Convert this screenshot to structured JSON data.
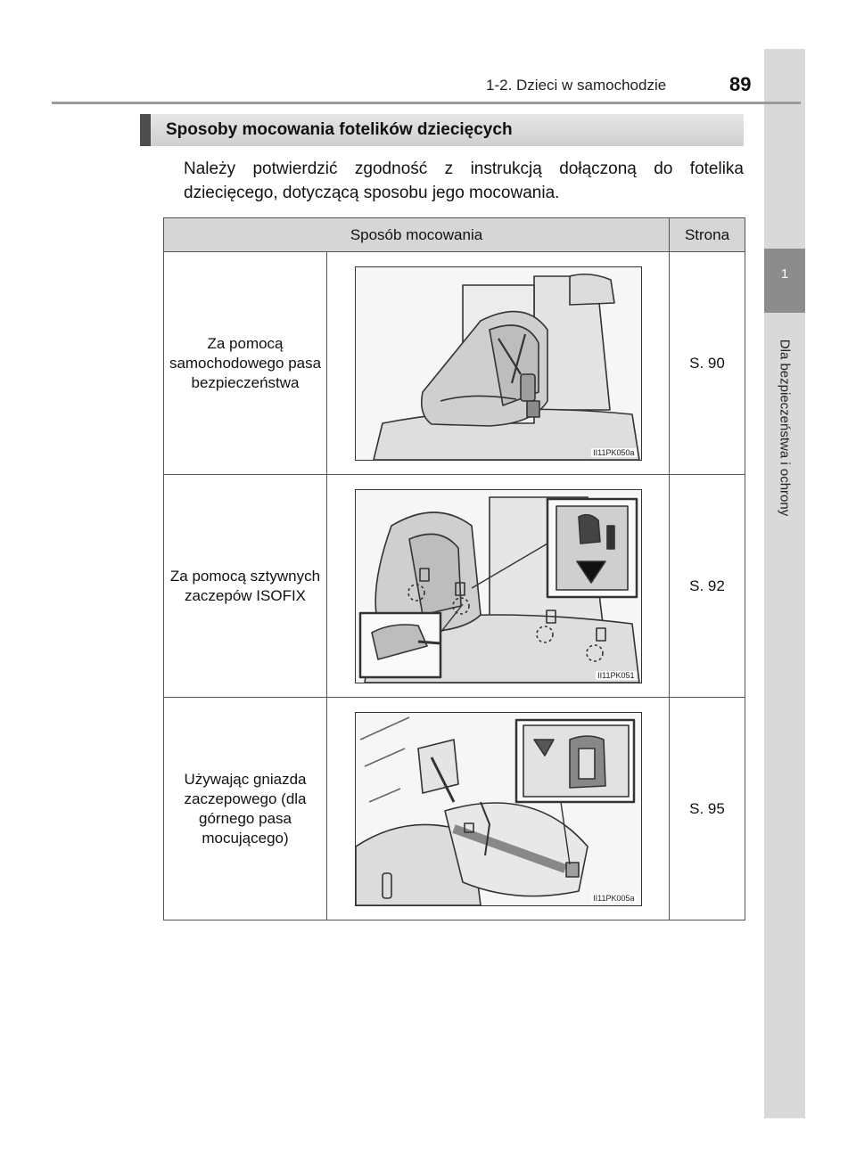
{
  "header": {
    "breadcrumb": "1-2. Dzieci w samochodzie",
    "page_number": "89"
  },
  "side_tab": {
    "chapter_number": "1",
    "chapter_title": "Dla bezpieczeństwa i ochrony"
  },
  "section": {
    "title": "Sposoby mocowania fotelików dziecięcych",
    "intro": "Należy potwierdzić zgodność z instrukcją dołączoną do fotelika dziecięcego, dotyczącą sposobu jego mocowania."
  },
  "table": {
    "headers": {
      "method": "Sposób mocowania",
      "page": "Strona"
    },
    "rows": [
      {
        "method": "Za pomocą samochodowego pasa bezpieczeństwa",
        "figure_code": "II11PK050a",
        "page": "S. 90"
      },
      {
        "method": "Za pomocą sztywnych zaczepów ISOFIX",
        "figure_code": "II11PK051",
        "page": "S. 92"
      },
      {
        "method": "Używając gniazda zaczepowego (dla górnego pasa mocującego)",
        "figure_code": "II11PK005a",
        "page": "S. 95"
      }
    ]
  }
}
